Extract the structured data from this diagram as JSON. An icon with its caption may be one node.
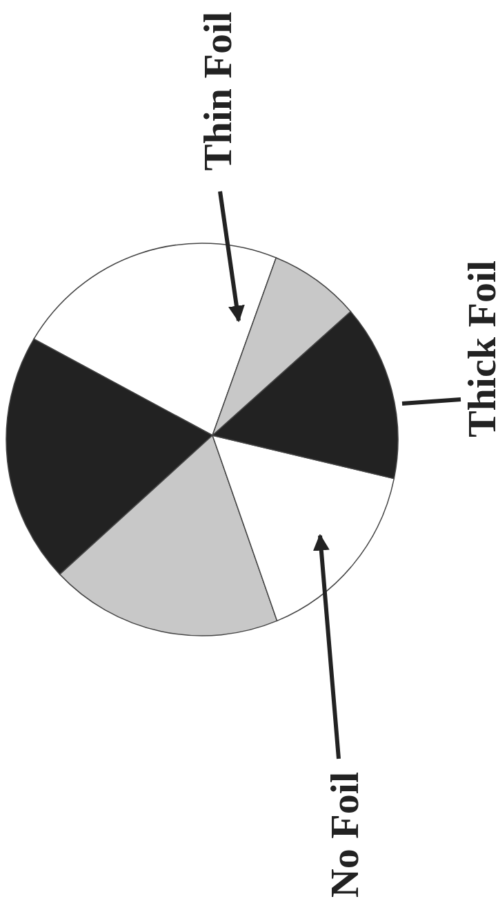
{
  "diagram": {
    "nodes": [
      {
        "text": [
          "Thin Foil"
        ]
      },
      {
        "text": [
          "Thick Foil"
        ]
      },
      {
        "text": [
          "No Foil"
        ]
      },
      {
        "text": [],
        "shape": "wedge"
      },
      {
        "text": [],
        "shape": "wedge"
      },
      {
        "text": [],
        "shape": "wedge"
      },
      {
        "text": [],
        "shape": "wedge"
      },
      {
        "text": [],
        "shape": "wedge"
      },
      {
        "text": [],
        "shape": "wedge"
      }
    ],
    "edges": [
      {
        "from": 0,
        "to": 3,
        "arrow": "to"
      },
      {
        "from": 1,
        "to": 4,
        "arrow": "none"
      },
      {
        "from": 2,
        "to": 5,
        "arrow": "to"
      }
    ]
  }
}
